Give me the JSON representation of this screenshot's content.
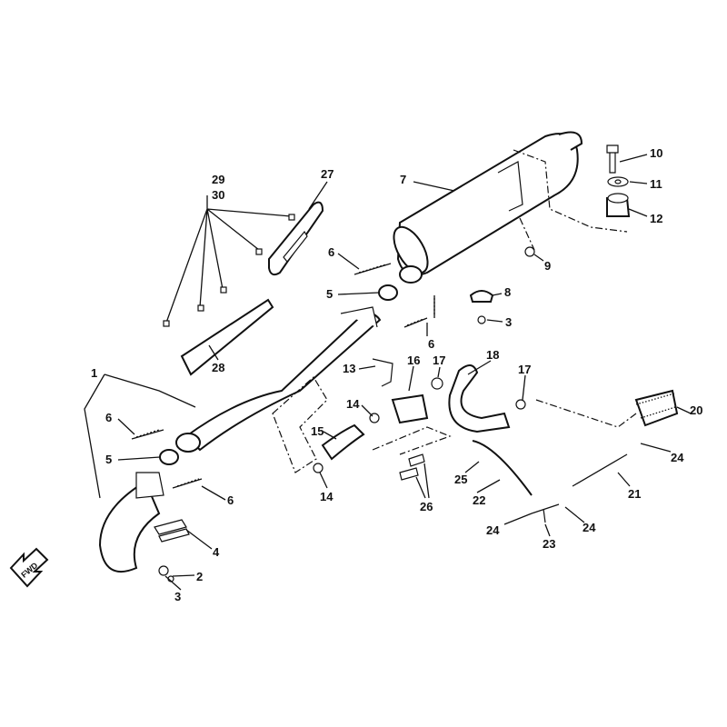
{
  "title": "Exhaust system exploded parts diagram",
  "forward_marker": "FWD",
  "callouts": [
    "1",
    "29",
    "30",
    "27",
    "7",
    "10",
    "11",
    "12",
    "9",
    "6",
    "5",
    "8",
    "3",
    "6",
    "13",
    "16",
    "17",
    "18",
    "17",
    "14",
    "15",
    "20",
    "24",
    "6",
    "5",
    "6",
    "4",
    "2",
    "3",
    "28",
    "25",
    "22",
    "21",
    "24",
    "23",
    "24",
    "14",
    "26"
  ]
}
